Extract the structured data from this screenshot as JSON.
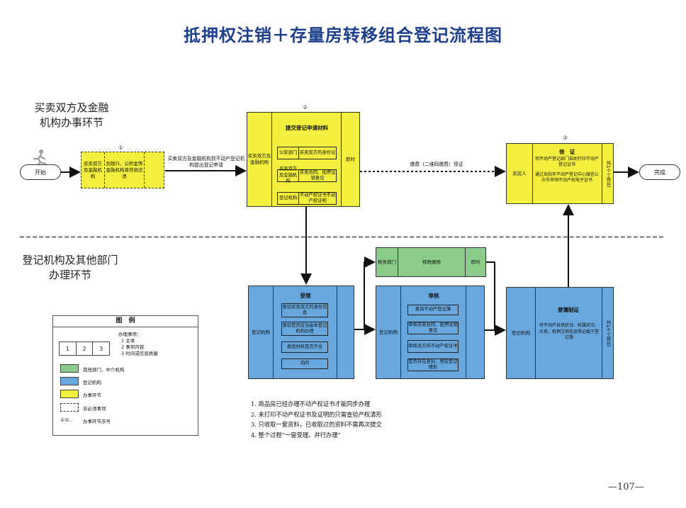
{
  "title": "抵押权注销＋存量房转移组合登记流程图",
  "lanes": {
    "top": [
      "买卖双方及金融",
      "机构办事环节"
    ],
    "bottom": [
      "登记机构及其他部门",
      "办理环节"
    ]
  },
  "start": "开始",
  "finish": "完成",
  "step1": {
    "num": "①",
    "left": "买卖双方及金融机构",
    "mid": "到银行、公积金等金融机构将贷款还清"
  },
  "arrow_label_1": "买卖双方及金融机构到不动产登记机构提出登记申请",
  "step2": {
    "num": "②",
    "header": "提交登记申请材料",
    "left": "买卖双方及金融机构",
    "right": "即时",
    "rows": [
      {
        "a": "公安部门",
        "b": "买卖双方的身份证"
      },
      {
        "a": "买卖双方及金融机构",
        "b": "买卖合同、抵押注销意见"
      },
      {
        "a": "登记机构",
        "b": "不动产权证书不动产权证明"
      }
    ]
  },
  "arrow_label_2": "缴费（二维码缴费）领证",
  "step3": {
    "num": "③",
    "header": "领　证",
    "line1": "到不动产登记部门自助打印不动产登记证书",
    "line2": "通过岳阳市不动产登记中心微信公众号申领不动产权电子证书",
    "left": "买房人",
    "right": "共1个工作日"
  },
  "accept": {
    "header": "受理",
    "left": "登记机构",
    "items": [
      "查验买卖双方的身份信息",
      "查验是否应当由本登记机构办理",
      "查验材料是否齐全",
      "询问"
    ]
  },
  "tax": {
    "left": "税务部门",
    "mid": "核税缴税",
    "right": "即时"
  },
  "review": {
    "header": "审核",
    "left": "登记机构",
    "items": [
      "查询不动产登记簿",
      "审核买卖合同、抵押注销意见",
      "审核卖方的不动产权证书",
      "是否存在查封、预告登记情形"
    ]
  },
  "register": {
    "header": "登簿制证",
    "left": "登记机构",
    "desc": "将不动产自然状况、权属状况、买卖、抵押注销信息等记载于登记簿",
    "right": "共1个工作日"
  },
  "legend": {
    "title": "图　例",
    "matters_title": "办理事项：",
    "matters": [
      "1 主体",
      "2 事项内容",
      "3 时间或信息质量"
    ],
    "cells": [
      "1",
      "2",
      "3"
    ],
    "items": [
      {
        "label": "其他部门、中介机构",
        "color": "#8ccc8a"
      },
      {
        "label": "登记机构",
        "color": "#69a8de"
      },
      {
        "label": "办事环节",
        "color": "#f4ef3e"
      },
      {
        "label": "非必须事项",
        "color": ""
      },
      {
        "label": "办事环节序号",
        "color": ""
      }
    ],
    "seq_symbol": "①②‥"
  },
  "notes": [
    "1. 商品房已经办理不动产权证书才能同步办理",
    "2. 未打印不动产权证书及证明的只需查验产权清形",
    "3. 只收取一套资料，已收取过的资料不需再次提交",
    "4. 整个过程“一窗受理、并行办理”"
  ],
  "page_number": "—107—"
}
